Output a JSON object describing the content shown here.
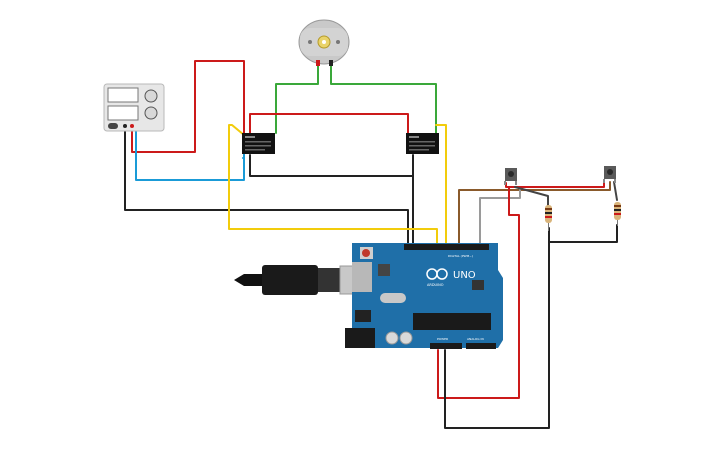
{
  "board": {
    "name": "UNO",
    "brand": "ARDUINO",
    "digital_label": "DIGITAL (PWM~)",
    "power_label": "POWER",
    "analog_label": "ANALOG IN"
  },
  "components": {
    "motor": "dc-motor",
    "power_supply": "power-supply",
    "relay_left": "relay-left",
    "relay_right": "relay-right",
    "button_1": "pushbutton-1",
    "button_2": "pushbutton-2",
    "resistor_1": "resistor-1",
    "resistor_2": "resistor-2"
  },
  "colors": {
    "red": "#cc1a1a",
    "black": "#222222",
    "green": "#3aa83a",
    "blue": "#1a9bd7",
    "yellow": "#f2cc0c",
    "brown": "#8a5a2b",
    "gray": "#9a9a9a",
    "board": "#1f6fa8"
  }
}
